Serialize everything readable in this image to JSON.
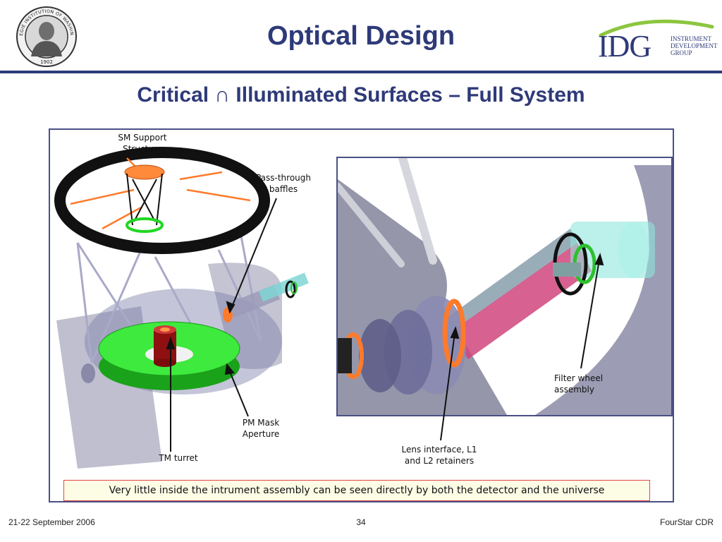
{
  "slide": {
    "title": "Optical Design",
    "subtitle": "Critical ∩ Illuminated Surfaces – Full System"
  },
  "seal": {
    "text_top": "CARNEGIE INSTITUTION OF WASHINGTON",
    "text_bottom": "1902"
  },
  "logo": {
    "mark": "IDG",
    "line1": "INSTRUMENT",
    "line2": "DEVELOPMENT",
    "line3": "GROUP"
  },
  "labels": {
    "sm_support": "SM Support\nStructure",
    "pass_through": "Pass-through\nbaffles",
    "pm_mask": "PM Mask\nAperture",
    "tm_turret": "TM turret",
    "lens_interface": "Lens interface, L1\nand L2 retainers",
    "filter_wheel": "Filter wheel\nassembly"
  },
  "caption": "Very little inside the intrument assembly can be seen directly by both the detector and the universe",
  "footer": {
    "date": "21-22 September 2006",
    "page": "34",
    "event": "FourStar CDR"
  },
  "colors": {
    "title": "#2e3a78",
    "frame": "#4a4f86",
    "caption_border": "#e04545",
    "caption_bg": "#fdfde6",
    "logo_swoosh": "#8cc63f"
  }
}
